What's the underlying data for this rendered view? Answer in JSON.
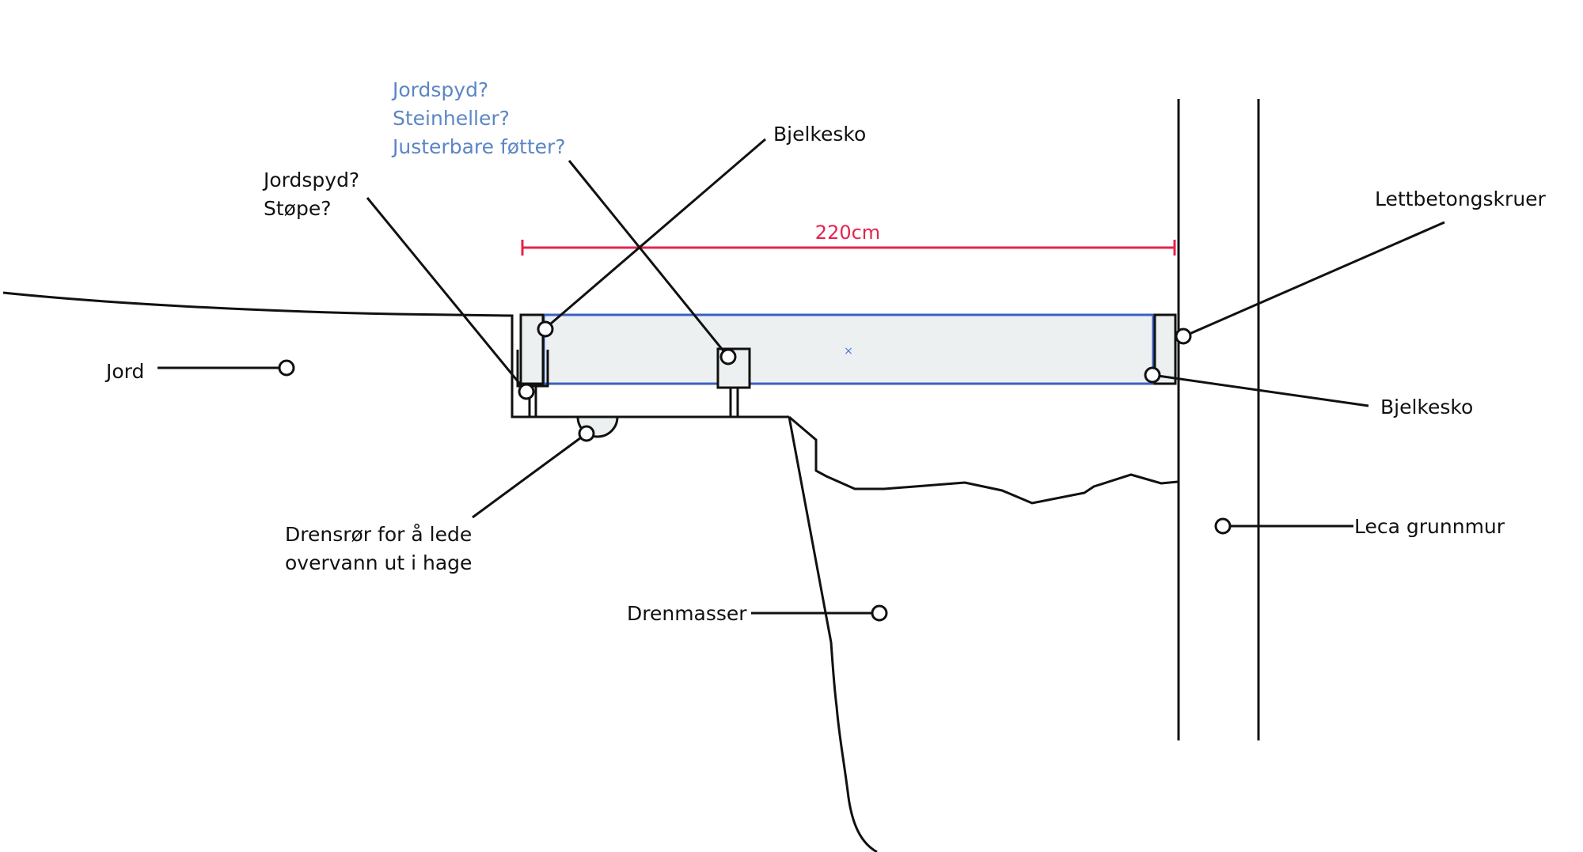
{
  "diagram": {
    "type": "cross-section sketch",
    "colors": {
      "line": "#111111",
      "question_text": "#5b86c5",
      "dimension": "#e5234d",
      "beam_outline": "#3a5fc4",
      "beam_fill": "#edf0f0"
    },
    "dimension": {
      "label": "220cm"
    },
    "labels": {
      "jordspyd_stope": [
        "Jordspyd?",
        "Støpe?"
      ],
      "foundation_options": [
        "Jordspyd?",
        "Steinheller?",
        "Justerbare føtter?"
      ],
      "bjelkesko_top": "Bjelkesko",
      "lettbetongskruer": "Lettbetongskruer",
      "bjelkesko_right": "Bjelkesko",
      "jord": "Jord",
      "leca_grunnmur": "Leca grunnmur",
      "drensror": [
        "Drensrør for å lede",
        "overvann ut i hage"
      ],
      "drenmasser": "Drenmasser"
    },
    "center_marker": "×"
  }
}
